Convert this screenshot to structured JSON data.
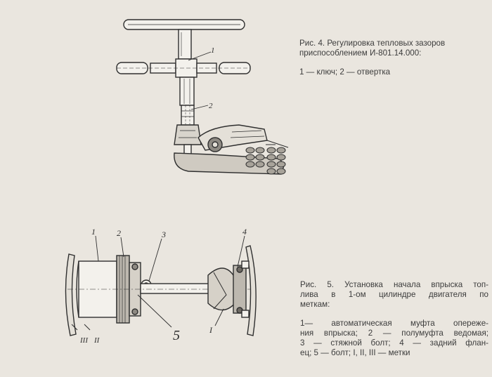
{
  "figure4": {
    "caption_line1": "Рис. 4. Регулировка тепловых зазоров",
    "caption_line2": "приспособлением И-801.14.000:",
    "legend": "1 — ключ; 2 — отвертка",
    "callouts": [
      "1",
      "2"
    ]
  },
  "figure5": {
    "caption_line1": "Рис. 5. Установка начала впрыска топ-",
    "caption_line2": "лива в 1-ом цилиндре двигателя по",
    "caption_line3": "меткам:",
    "legend_line1": "1— автоматическая муфта опереже-",
    "legend_line2": "ния впрыска; 2 — полумуфта ведомая;",
    "legend_line3": "3 — стяжной болт; 4 — задний флан-",
    "legend_line4": "ец; 5 — болт; I, II, III — метки",
    "callouts": [
      "1",
      "2",
      "3",
      "4",
      "5",
      "I"
    ],
    "marks": [
      "III",
      "II"
    ]
  }
}
